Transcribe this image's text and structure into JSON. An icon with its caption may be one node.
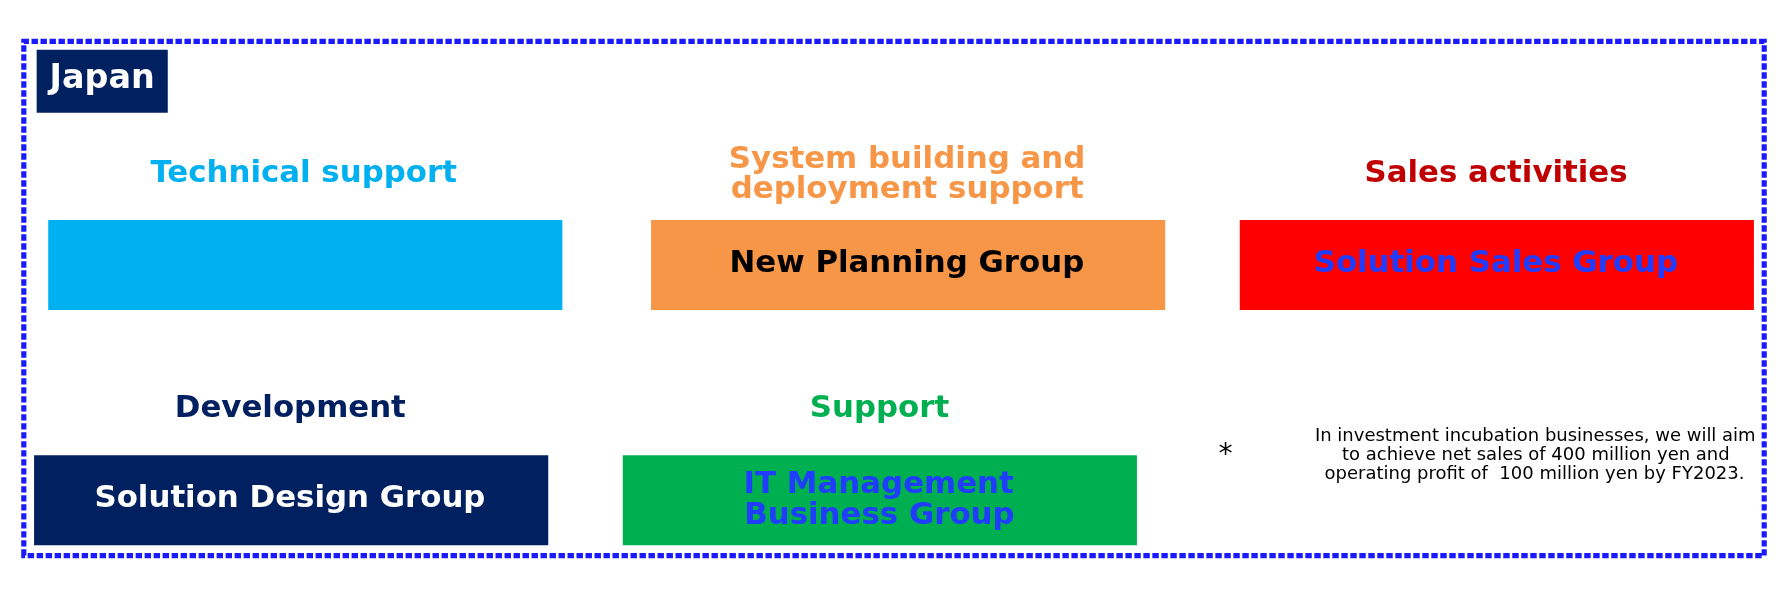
{
  "diagram": {
    "nodes": [
      {
        "text": [
          "Japan"
        ]
      },
      {
        "text": [
          "Sales activities",
          "Solution Sales Group"
        ],
        "in": 0
      },
      {
        "text": [
          "System building and deployment support",
          "New Planning Group"
        ],
        "in": 0
      },
      {
        "text": [
          "Technical support"
        ],
        "in": 0
      },
      {
        "text": [
          "Support",
          "IT Management Business Group"
        ],
        "in": 0
      },
      {
        "text": [
          "Development",
          "Solution Design Group"
        ],
        "in": 0
      }
    ],
    "labels": [
      "*",
      "In investment incubation businesses, we will aim to achieve net sales of 400 million yen and operating profit of  100 million yen by FY2023."
    ]
  }
}
